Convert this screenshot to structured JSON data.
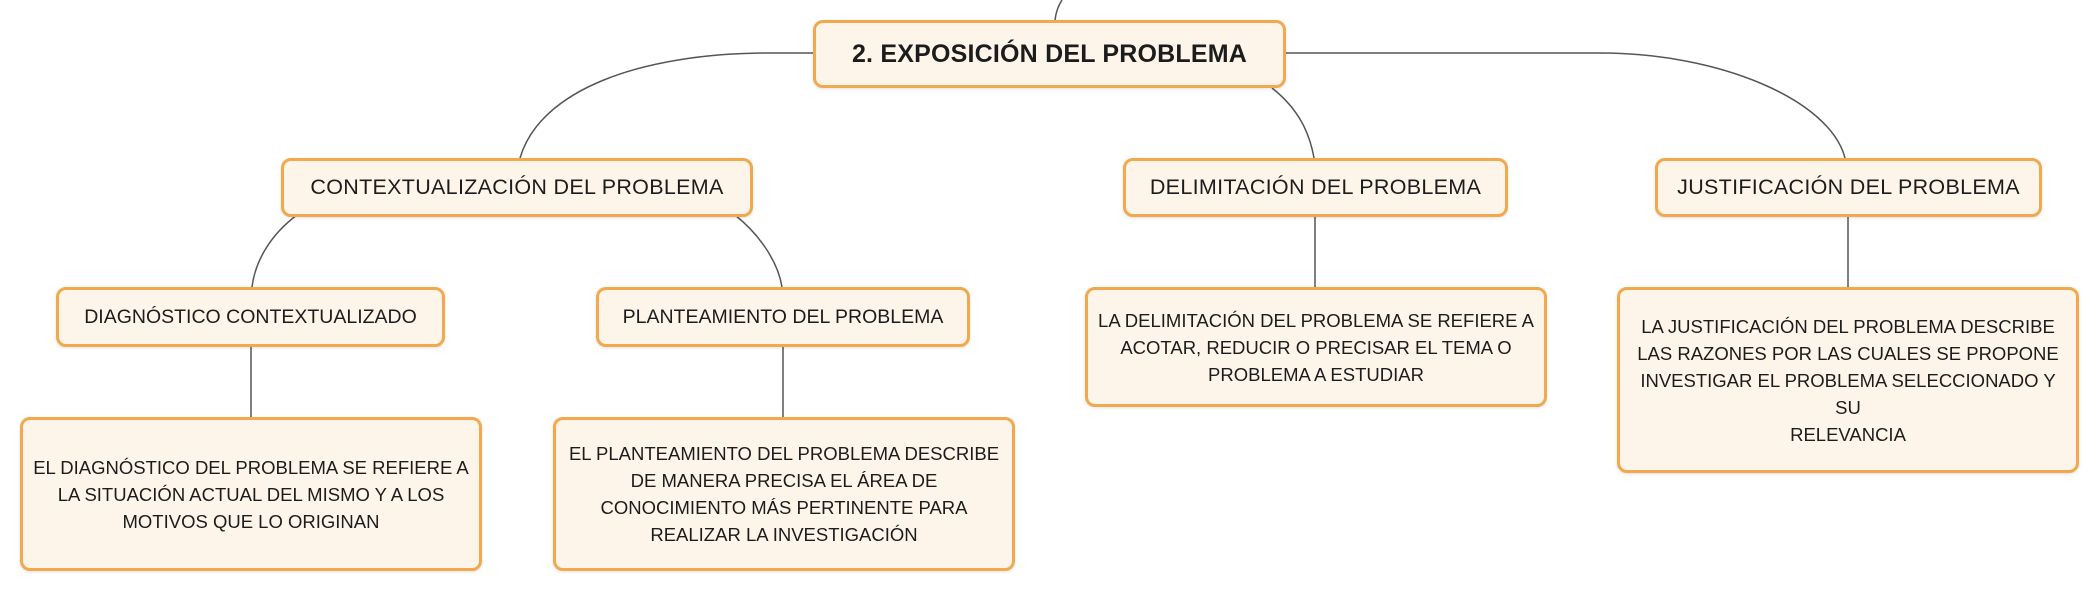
{
  "diagram": {
    "root": {
      "label": "2. EXPOSICIÓN DEL PROBLEMA"
    },
    "branches": [
      {
        "label": "CONTEXTUALIZACIÓN DEL PROBLEMA",
        "children": [
          {
            "label": "DIAGNÓSTICO CONTEXTUALIZADO",
            "description": "EL DIAGNÓSTICO DEL PROBLEMA SE REFIERE A\nLA SITUACIÓN ACTUAL DEL MISMO Y A LOS\nMOTIVOS QUE LO ORIGINAN"
          },
          {
            "label": "PLANTEAMIENTO DEL PROBLEMA",
            "description": "EL PLANTEAMIENTO DEL PROBLEMA DESCRIBE\nDE MANERA PRECISA EL ÁREA DE\nCONOCIMIENTO MÁS PERTINENTE PARA\nREALIZAR LA INVESTIGACIÓN"
          }
        ]
      },
      {
        "label": "DELIMITACIÓN DEL PROBLEMA",
        "description": "LA DELIMITACIÓN DEL PROBLEMA SE REFIERE A\nACOTAR, REDUCIR O PRECISAR EL TEMA O\nPROBLEMA A ESTUDIAR"
      },
      {
        "label": "JUSTIFICACIÓN DEL PROBLEMA",
        "description": "LA JUSTIFICACIÓN DEL PROBLEMA DESCRIBE\nLAS RAZONES POR LAS CUALES SE PROPONE\nINVESTIGAR EL PROBLEMA SELECCIONADO Y SU\nRELEVANCIA"
      }
    ]
  },
  "colors": {
    "node_fill": "#fef5ea",
    "node_border": "#f2a84c",
    "connector": "#555555",
    "text": "#1c1c1c"
  }
}
